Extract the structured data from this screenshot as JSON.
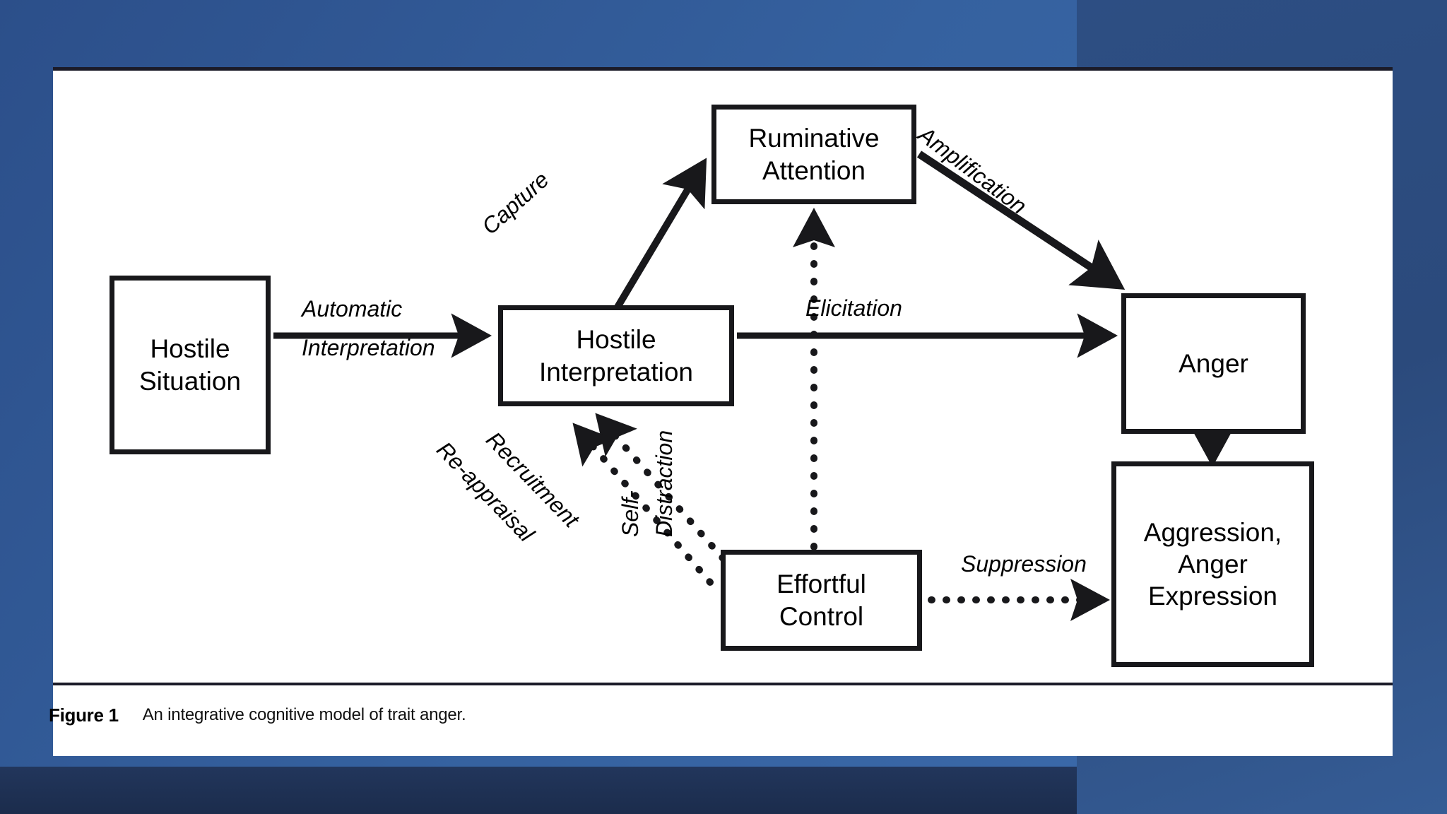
{
  "slide": {
    "background_colors": {
      "left_panel_start": "#2c4f8a",
      "left_panel_end": "#3a68a8",
      "right_strip": "#2d4e83",
      "bottom_dark": "#1b2c4c",
      "panel_background": "#ffffff",
      "ink": "#18181b"
    }
  },
  "figure": {
    "caption_label": "Figure 1",
    "caption_text": "An integrative cognitive model of trait anger."
  },
  "chart_data": {
    "type": "diagram",
    "title": "An integrative cognitive model of trait anger",
    "nodes": [
      {
        "id": "hostile-situation",
        "label": "Hostile\nSituation"
      },
      {
        "id": "hostile-interpretation",
        "label": "Hostile\nInterpretation"
      },
      {
        "id": "ruminative-attention",
        "label": "Ruminative\nAttention"
      },
      {
        "id": "anger",
        "label": "Anger"
      },
      {
        "id": "effortful-control",
        "label": "Effortful\nControl"
      },
      {
        "id": "aggression",
        "label": "Aggression,\nAnger\nExpression"
      }
    ],
    "edges": [
      {
        "from": "hostile-situation",
        "to": "hostile-interpretation",
        "label": "Automatic Interpretation",
        "style": "solid",
        "direction": "right"
      },
      {
        "from": "hostile-interpretation",
        "to": "ruminative-attention",
        "label": "Capture",
        "style": "solid",
        "direction": "up-right"
      },
      {
        "from": "ruminative-attention",
        "to": "anger",
        "label": "Amplification",
        "style": "solid",
        "direction": "down-right"
      },
      {
        "from": "hostile-interpretation",
        "to": "anger",
        "label": "Elicitation",
        "style": "solid",
        "direction": "right"
      },
      {
        "from": "anger",
        "to": "aggression",
        "label": "",
        "style": "solid",
        "direction": "down"
      },
      {
        "from": "effortful-control",
        "to": "ruminative-attention",
        "label": "Self-Distraction",
        "style": "dotted",
        "direction": "up"
      },
      {
        "from": "effortful-control",
        "to": "hostile-interpretation",
        "label": "Recruitment",
        "style": "dotted",
        "direction": "up-left"
      },
      {
        "from": "effortful-control",
        "to": "hostile-interpretation",
        "label": "Re-appraisal",
        "style": "dotted",
        "direction": "up-left"
      },
      {
        "from": "effortful-control",
        "to": "aggression",
        "label": "Suppression",
        "style": "dotted",
        "direction": "right"
      }
    ]
  },
  "nodes": {
    "hostile_situation": {
      "line1": "Hostile",
      "line2": "Situation"
    },
    "hostile_interpretation": {
      "line1": "Hostile",
      "line2": "Interpretation"
    },
    "ruminative_attention": {
      "line1": "Ruminative",
      "line2": "Attention"
    },
    "anger": {
      "line1": "Anger"
    },
    "effortful_control": {
      "line1": "Effortful",
      "line2": "Control"
    },
    "aggression": {
      "line1": "Aggression,",
      "line2": "Anger",
      "line3": "Expression"
    }
  },
  "edge_labels": {
    "automatic": "Automatic",
    "interpretation": "Interpretation",
    "capture": "Capture",
    "amplification": "Amplification",
    "elicitation": "Elicitation",
    "recruitment": "Recruitment",
    "reappraisal": "Re-appraisal",
    "self": "Self-",
    "distraction": "Distraction",
    "suppression": "Suppression"
  }
}
